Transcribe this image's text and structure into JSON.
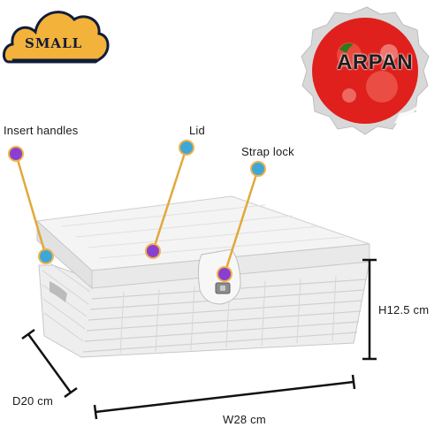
{
  "badge": {
    "text": "SMALL"
  },
  "logo": {
    "text": "ARPAN"
  },
  "callouts": {
    "insert_handles": "Insert handles",
    "lid": "Lid",
    "strap_lock": "Strap lock"
  },
  "dimensions": {
    "height": "H12.5 cm",
    "depth": "D20 cm",
    "width": "W28 cm"
  },
  "colors": {
    "badge_orange": "#f3b23a",
    "badge_navy": "#111c3a",
    "seal_red": "#e0201c",
    "marker_blue": "#3fa7d6",
    "marker_purple": "#8a3fd1",
    "marker_ring": "#f0b24a",
    "leader_line": "#e1a93a"
  }
}
